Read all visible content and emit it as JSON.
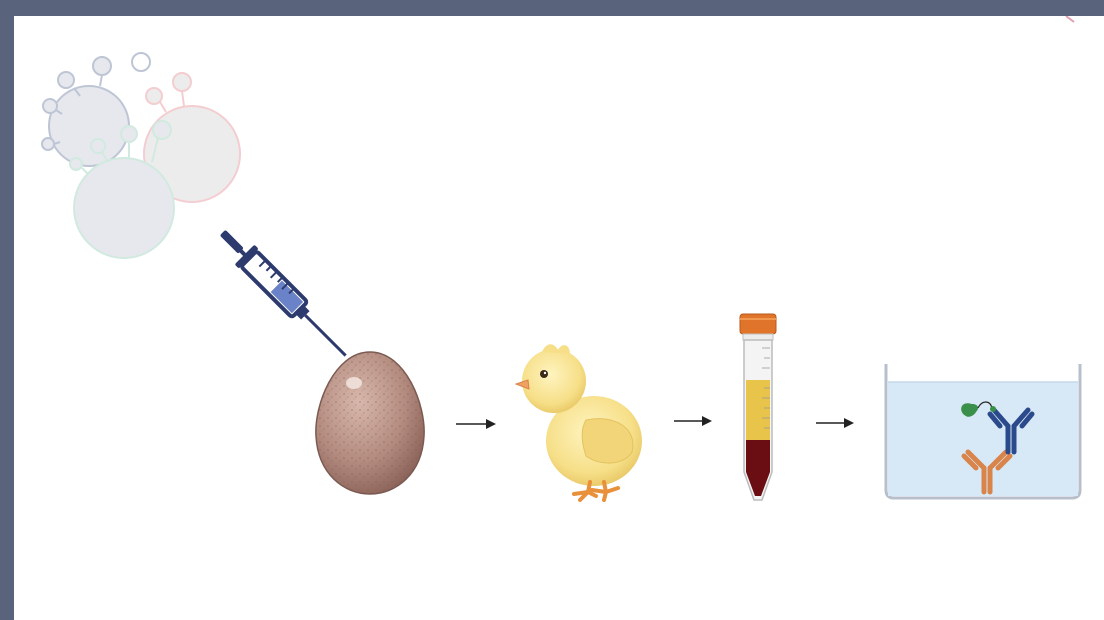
{
  "diagram": {
    "steps": [
      {
        "id": "virus-antigen",
        "icon": "virus-particles-icon"
      },
      {
        "id": "injection",
        "icon": "syringe-icon"
      },
      {
        "id": "egg",
        "icon": "egg-icon"
      },
      {
        "id": "chick",
        "icon": "chick-icon"
      },
      {
        "id": "blood-sample",
        "icon": "centrifuge-tube-icon"
      },
      {
        "id": "antibody-assay",
        "icon": "antibody-container-icon"
      }
    ],
    "connectors": [
      "arrow",
      "arrow",
      "arrow"
    ],
    "colors": {
      "egg": "#b48c80",
      "chick": "#f8e08a",
      "beak": "#f0a060",
      "tube_cap": "#e0742a",
      "serum": "#e8c44a",
      "blood": "#6a0e14",
      "syringe": "#2d3a6e",
      "antibody_blue": "#2b4a8c",
      "antibody_orange": "#d8844a",
      "antigen_green": "#3a8f4a",
      "container_fluid": "#d7e9f6"
    }
  }
}
